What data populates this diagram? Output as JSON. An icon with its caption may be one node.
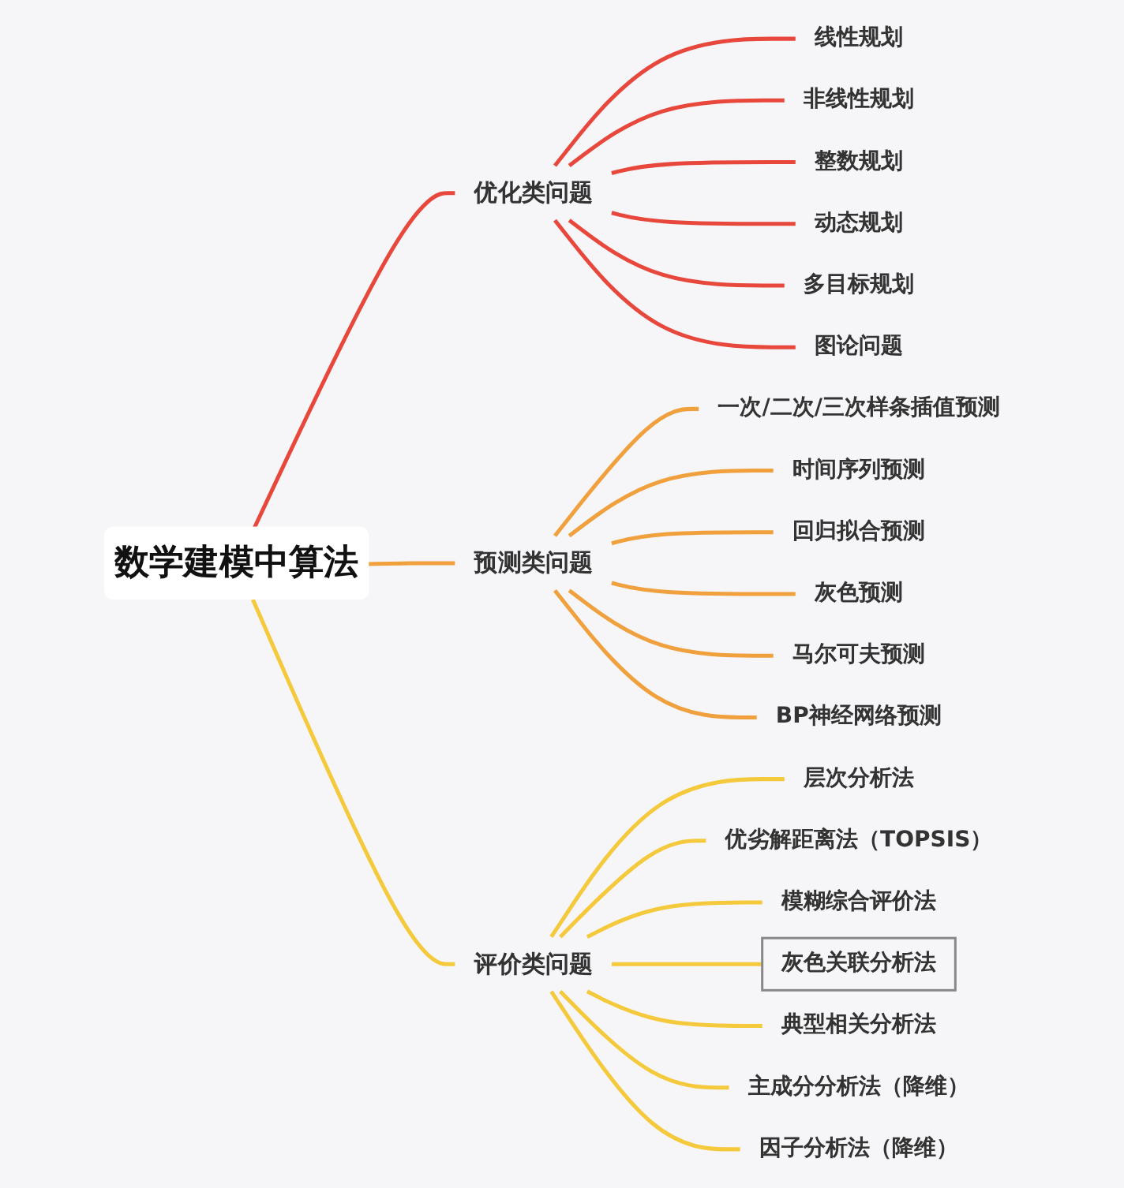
{
  "diagram": {
    "nodes": [
      {
        "text": [
          "数学建模中算法"
        ]
      },
      {
        "text": [
          "优化类问题"
        ]
      },
      {
        "text": [
          "线性规划"
        ]
      },
      {
        "text": [
          "非线性规划"
        ]
      },
      {
        "text": [
          "整数规划"
        ]
      },
      {
        "text": [
          "动态规划"
        ]
      },
      {
        "text": [
          "多目标规划"
        ]
      },
      {
        "text": [
          "图论问题"
        ]
      },
      {
        "text": [
          "预测类问题"
        ]
      },
      {
        "text": [
          "一次/二次/三次样条插值预测"
        ]
      },
      {
        "text": [
          "时间序列预测"
        ]
      },
      {
        "text": [
          "回归拟合预测"
        ]
      },
      {
        "text": [
          "灰色预测"
        ]
      },
      {
        "text": [
          "马尔可夫预测"
        ]
      },
      {
        "text": [
          "BP神经网络预测"
        ]
      },
      {
        "text": [
          "评价类问题"
        ]
      },
      {
        "text": [
          "层次分析法"
        ]
      },
      {
        "text": [
          "优劣解距离法（TOPSIS）"
        ]
      },
      {
        "text": [
          "模糊综合评价法"
        ]
      },
      {
        "text": [
          "灰色关联分析法"
        ]
      },
      {
        "text": [
          "典型相关分析法"
        ]
      },
      {
        "text": [
          "主成分分析法（降维）"
        ]
      },
      {
        "text": [
          "因子分析法（降维）"
        ]
      }
    ],
    "edges": [
      {
        "from": 0,
        "to": 1,
        "arrow": "none",
        "color": "#e8473c"
      },
      {
        "from": 1,
        "to": 2,
        "arrow": "none",
        "color": "#e8473c"
      },
      {
        "from": 1,
        "to": 3,
        "arrow": "none",
        "color": "#e8473c"
      },
      {
        "from": 1,
        "to": 4,
        "arrow": "none",
        "color": "#e8473c"
      },
      {
        "from": 1,
        "to": 5,
        "arrow": "none",
        "color": "#e8473c"
      },
      {
        "from": 1,
        "to": 6,
        "arrow": "none",
        "color": "#e8473c"
      },
      {
        "from": 1,
        "to": 7,
        "arrow": "none",
        "color": "#e8473c"
      },
      {
        "from": 0,
        "to": 8,
        "arrow": "none",
        "color": "#f0a03c"
      },
      {
        "from": 8,
        "to": 9,
        "arrow": "none",
        "color": "#f0a03c"
      },
      {
        "from": 8,
        "to": 10,
        "arrow": "none",
        "color": "#f0a03c"
      },
      {
        "from": 8,
        "to": 11,
        "arrow": "none",
        "color": "#f0a03c"
      },
      {
        "from": 8,
        "to": 12,
        "arrow": "none",
        "color": "#f0a03c"
      },
      {
        "from": 8,
        "to": 13,
        "arrow": "none",
        "color": "#f0a03c"
      },
      {
        "from": 8,
        "to": 14,
        "arrow": "none",
        "color": "#f0a03c"
      },
      {
        "from": 0,
        "to": 15,
        "arrow": "none",
        "color": "#f5c93c"
      },
      {
        "from": 15,
        "to": 16,
        "arrow": "none",
        "color": "#f5c93c"
      },
      {
        "from": 15,
        "to": 17,
        "arrow": "none",
        "color": "#f5c93c"
      },
      {
        "from": 15,
        "to": 18,
        "arrow": "none",
        "color": "#f5c93c"
      },
      {
        "from": 15,
        "to": 19,
        "arrow": "none",
        "color": "#f5c93c"
      },
      {
        "from": 15,
        "to": 20,
        "arrow": "none",
        "color": "#f5c93c"
      },
      {
        "from": 15,
        "to": 21,
        "arrow": "none",
        "color": "#f5c93c"
      },
      {
        "from": 15,
        "to": 22,
        "arrow": "none",
        "color": "#f5c93c"
      }
    ]
  }
}
